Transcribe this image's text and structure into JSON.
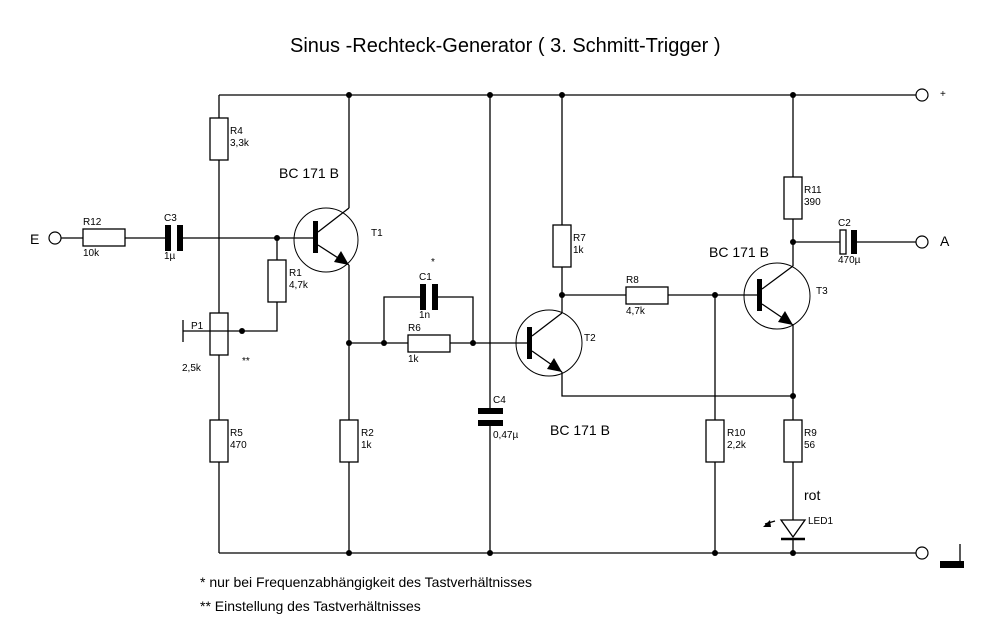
{
  "title": "Sinus -Rechteck-Generator (  3. Schmitt-Trigger )",
  "terminals": {
    "input": "E",
    "output": "A",
    "supply_plus": "+"
  },
  "transistors": [
    {
      "ref": "T1",
      "type": "BC 171 B"
    },
    {
      "ref": "T2",
      "type": "BC 171 B"
    },
    {
      "ref": "T3",
      "type": "BC 171 B"
    }
  ],
  "resistors": [
    {
      "ref": "R1",
      "value": "4,7k"
    },
    {
      "ref": "R2",
      "value": "1k"
    },
    {
      "ref": "R4",
      "value": "3,3k"
    },
    {
      "ref": "R5",
      "value": "470"
    },
    {
      "ref": "R6",
      "value": "1k"
    },
    {
      "ref": "R7",
      "value": "1k"
    },
    {
      "ref": "R8",
      "value": "4,7k"
    },
    {
      "ref": "R9",
      "value": "56"
    },
    {
      "ref": "R10",
      "value": "2,2k"
    },
    {
      "ref": "R11",
      "value": "390"
    },
    {
      "ref": "R12",
      "value": "10k"
    }
  ],
  "potentiometer": {
    "ref": "P1",
    "value": "2,5k",
    "mark": "**"
  },
  "capacitors": [
    {
      "ref": "C1",
      "value": "1n",
      "mark": "*"
    },
    {
      "ref": "C2",
      "value": "470µ"
    },
    {
      "ref": "C3",
      "value": "1µ"
    },
    {
      "ref": "C4",
      "value": "0,47µ"
    }
  ],
  "led": {
    "ref": "LED1",
    "color_label": "rot"
  },
  "notes": [
    "*  nur bei Frequenzabhängigkeit des Tastverhältnisses",
    "** Einstellung des Tastverhältnisses"
  ]
}
